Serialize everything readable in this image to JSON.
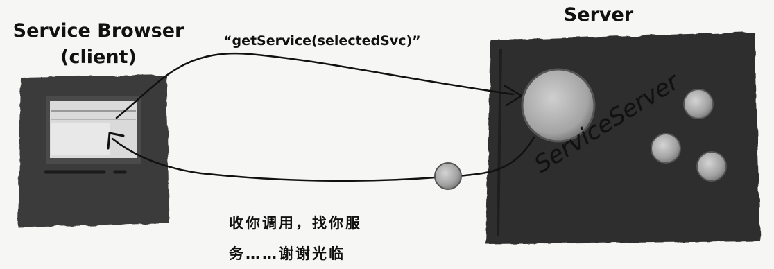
{
  "client": {
    "title_line1": "Service Browser",
    "title_line2": "(client)"
  },
  "server": {
    "title": "Server",
    "service_label": "ServiceServer"
  },
  "call": {
    "label": "“getService(selectedSvc)”"
  },
  "reply": {
    "line1": "收你调用，找你服",
    "line2": "务……谢谢光临"
  },
  "colors": {
    "ink": "#111111",
    "client_box": "#3a3a3a",
    "server_box": "#2e2e2e",
    "screen": "#d9d9d9",
    "service_object": "#a9a9a9",
    "returned_object": "#b0b0b0"
  }
}
